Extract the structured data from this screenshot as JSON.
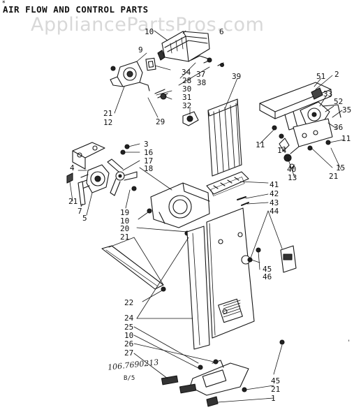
{
  "page": {
    "title": "AIR FLOW AND CONTROL PARTS",
    "watermark": "AppliancePartsPros.com",
    "part_number": "106.7690213",
    "page_label": "B/5",
    "top_mark": "*",
    "edge_mark": "'"
  },
  "callouts": [
    "10",
    "6",
    "9",
    "34",
    "37",
    "38",
    "28",
    "30",
    "31",
    "32",
    "29",
    "39",
    "21",
    "12",
    "51",
    "2",
    "33",
    "52",
    "35",
    "36",
    "11",
    "14",
    "11",
    "3",
    "16",
    "17",
    "18",
    "4",
    "40",
    "13",
    "15",
    "21",
    "21",
    "7",
    "5",
    "19",
    "10",
    "20",
    "21",
    "41",
    "42",
    "43",
    "44",
    "45",
    "46",
    "22",
    "24",
    "25",
    "10",
    "26",
    "27",
    "45",
    "21",
    "1"
  ]
}
